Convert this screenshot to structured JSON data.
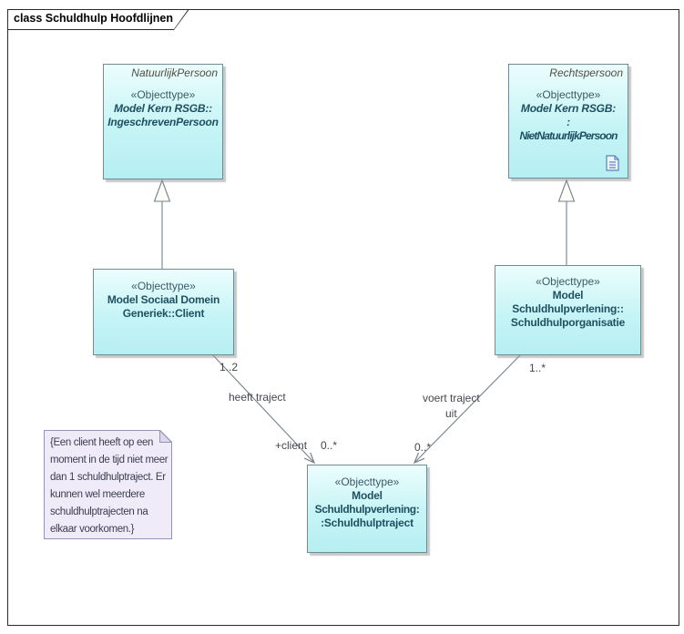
{
  "diagram": {
    "title": "class Schuldhulp Hoofdlijnen",
    "tool_style": "UML class diagram"
  },
  "colors": {
    "class_fill_top": "#ecfdfd",
    "class_fill_bottom": "#b6eff2",
    "class_border": "#6f8d94",
    "class_text": "#1d5162",
    "corner_text": "#4f4e40",
    "note_fill": "#efebf9",
    "note_border": "#9494b2",
    "connector": "#75828a",
    "label_text": "#45454f"
  },
  "classes": {
    "ingeschreven_persoon": {
      "corner_name": "NatuurlijkPersoon",
      "stereotype": "«Objecttype»",
      "name_lines": [
        "Model Kern RSGB::",
        "IngeschrevenPersoon"
      ]
    },
    "niet_natuurlijk_persoon": {
      "corner_name": "Rechtspersoon",
      "stereotype": "«Objecttype»",
      "name_lines": [
        "Model Kern RSGB:",
        ":",
        "NietNatuurlijkPersoon"
      ]
    },
    "client": {
      "stereotype": "«Objecttype»",
      "name_lines": [
        "Model Sociaal Domein",
        "Generiek::Client"
      ]
    },
    "schuldhulporganisatie": {
      "stereotype": "«Objecttype»",
      "name_lines": [
        "Model",
        "Schuldhulpverlening::",
        "Schuldhulporganisatie"
      ]
    },
    "schuldhulptraject": {
      "stereotype": "«Objecttype»",
      "name_lines": [
        "Model",
        "Schuldhulpverlening:",
        ":Schuldhulptraject"
      ]
    }
  },
  "edges": {
    "heeft_traject": {
      "name": "heeft traject",
      "source_multiplicity": "1..2",
      "target_role": "+client",
      "target_multiplicity": "0..*"
    },
    "voert_traject_uit": {
      "name_lines": [
        "voert traject",
        "uit"
      ],
      "source_multiplicity": "1..*",
      "target_multiplicity": "0..*"
    }
  },
  "note": {
    "text_lines": [
      "{Een client heeft op een",
      "moment in de tijd niet meer",
      "dan 1 schuldhulptraject. Er",
      "kunnen wel meerdere",
      "schuldhulptrajecten na",
      "elkaar voorkomen.}"
    ]
  }
}
